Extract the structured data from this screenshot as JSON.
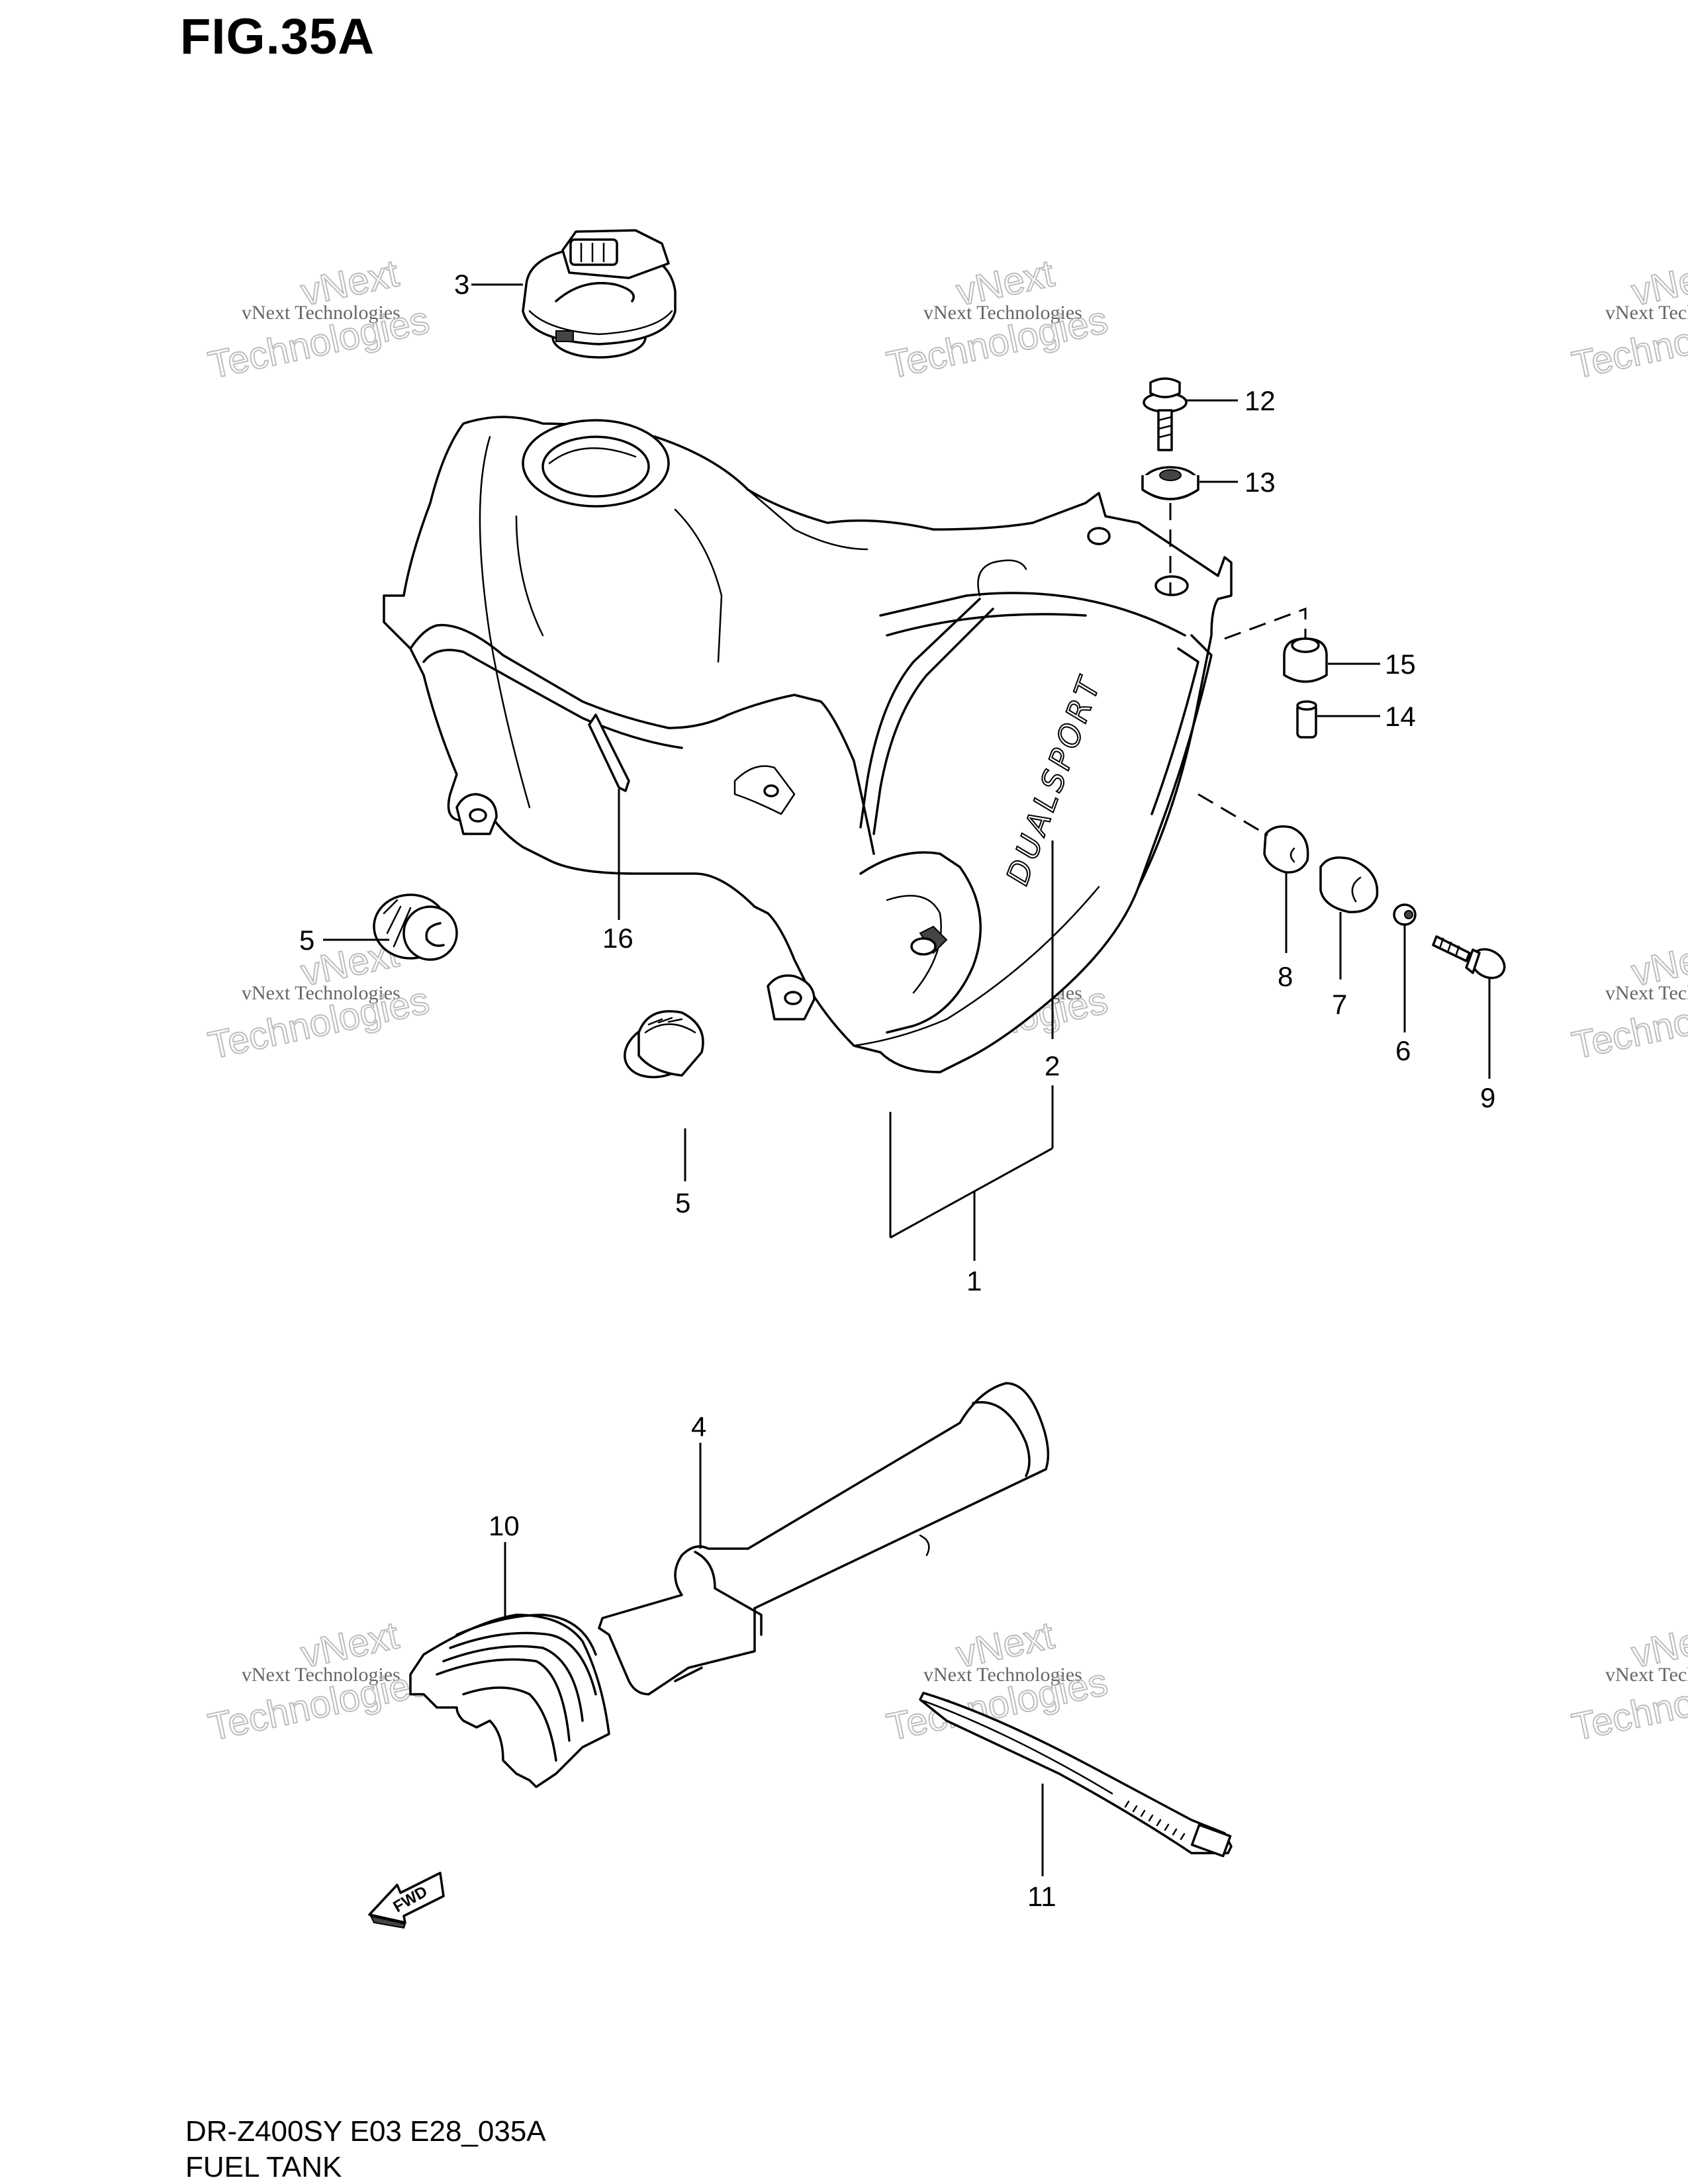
{
  "figure": {
    "title": "FIG.35A",
    "model_code": "DR-Z400SY E03 E28_035A",
    "section_name": "FUEL TANK"
  },
  "tank_text": "DUALSPORT",
  "fwd_arrow_label": "FWD",
  "watermark": {
    "line1": "vNext",
    "line2": "vNext Technologies",
    "line3": "Technologies"
  },
  "callouts": {
    "p1": "1",
    "p2": "2",
    "p3": "3",
    "p4": "4",
    "p5a": "5",
    "p5b": "5",
    "p6": "6",
    "p7": "7",
    "p8": "8",
    "p9": "9",
    "p10": "10",
    "p11": "11",
    "p12": "12",
    "p13": "13",
    "p14": "14",
    "p15": "15",
    "p16": "16"
  }
}
